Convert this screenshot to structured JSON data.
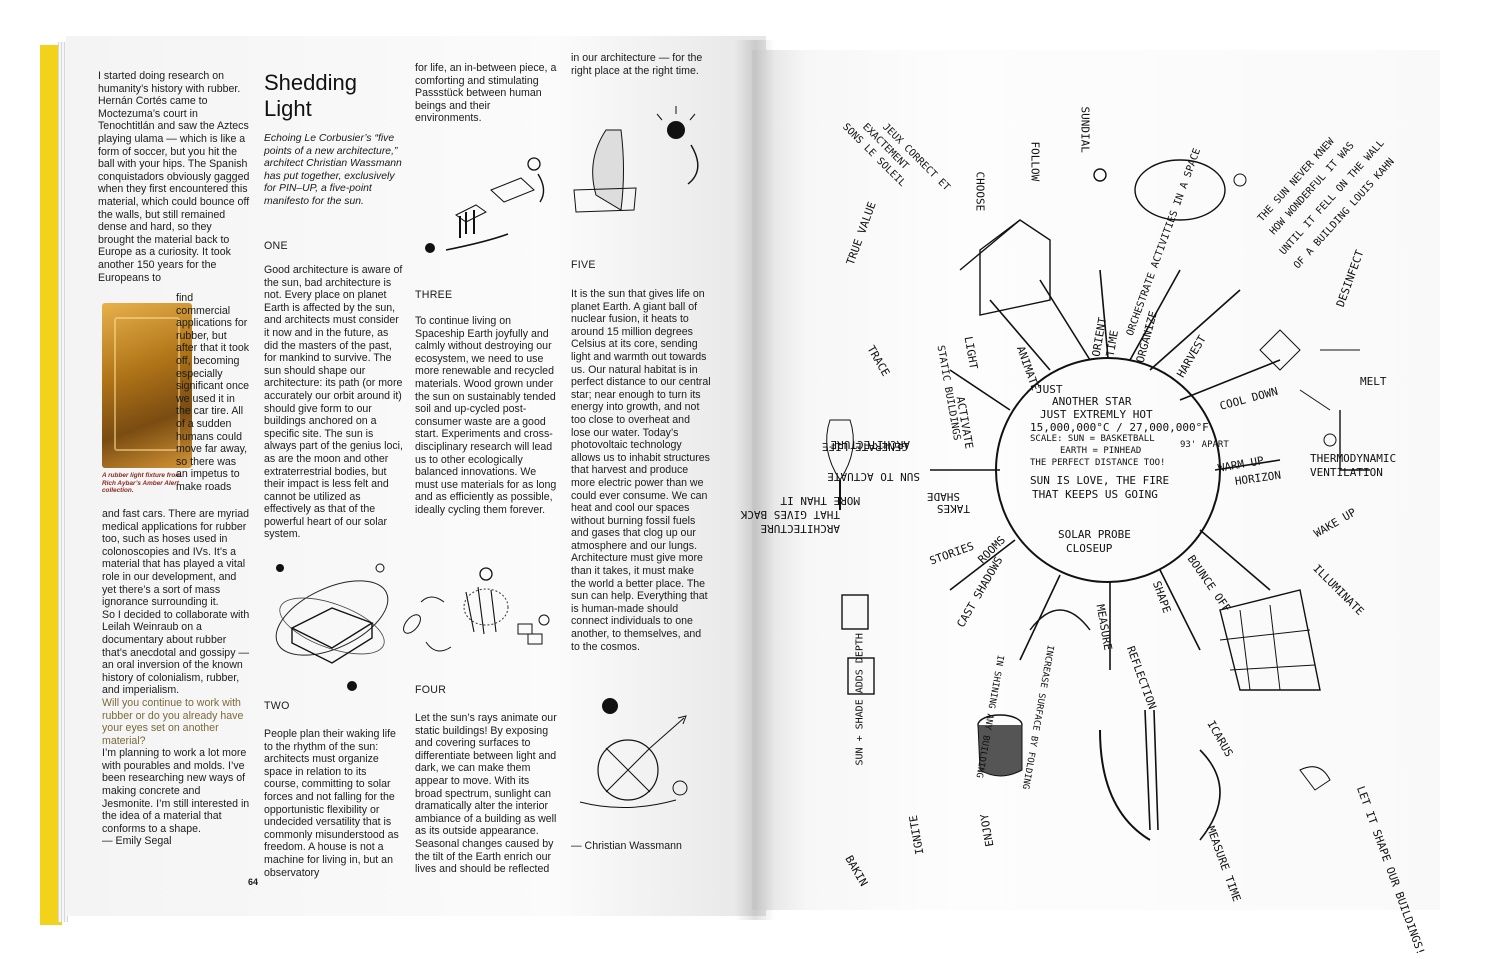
{
  "left_page": {
    "col1": [
      "I started doing research on humanity’s history with rubber. Hernán Cortés came to Moctezuma’s court in Tenochtitlán and saw the Aztecs playing ulama — which is like a form of soccer, but you hit the ball with your hips. The Spanish conquistadors obviously gagged when they first encountered this material, which could bounce off the walls, but still remained dense and hard, so they brought the material back to Europe as a curiosity. It took another 150 years for the Europeans to",
      "find commercial applications for rubber, but after that it took off, becoming especially significant once we used it in the car tire. All of a sudden humans could move far away, so there was an impetus to make roads",
      "and fast cars. There are myriad medical applications for rubber too, such as hoses used in colonoscopies and IVs. It’s a material that has played a vital role in our development, and yet there’s a sort of mass ignorance surrounding it.",
      "So I decided to collaborate with Leilah Weinraub on a documentary about rubber that’s anecdotal and gossipy — an oral inversion of the known history of colonialism, rubber, and imperialism.",
      "Will you continue to work with rubber or do you already have your eyes set on another material?",
      "I’m planning to work a lot more with pourables and molds. I’ve been researching new ways of making concrete and Jesmonite. I’m still interested in the idea of a material that conforms to a shape.",
      "— Emily Segal"
    ],
    "caption": "A rubber light fixture from Rich Aybar’s Amber Alert collection.",
    "page_number": "64"
  },
  "article": {
    "title_line1": "Shedding",
    "title_line2": "Light",
    "intro": "Echoing Le Corbusier’s “five points of a new architecture,” architect Christian Wassmann has put together, exclusively for PIN–UP, a five-point manifesto for the sun.",
    "one_heading": "ONE",
    "one_body": "Good architecture is aware of the sun, bad architecture is not. Every place on planet Earth is affected by the sun, and architects must consider it now and in the future, as did the masters of the past, for mankind to survive. The sun should shape our architecture: its path (or more accurately our orbit around it) should give form to our buildings anchored on a specific site. The sun is always part of the genius loci, as are the moon and other extraterrestrial bodies, but their impact is less felt and cannot be utilized as effectively as that of the powerful heart of our solar system.",
    "two_heading": "TWO",
    "two_body": "People plan their waking life to the rhythm of the sun: architects must organize space in relation to its course, committing to solar forces and not falling for the opportunistic flexibility or undecided versatility that is commonly misunderstood as freedom. A house is not a machine for living in, but an observatory",
    "col3_top": "for life, an in-between piece, a comforting and stimulating Passstück between human beings and their environments.",
    "three_heading": "THREE",
    "three_body": "To continue living on Spaceship Earth joyfully and calmly without destroying our ecosystem, we need to use more renewable and recycled materials. Wood grown under the sun on sustainably tended soil and up-cycled post-consumer waste are a good start. Experiments and cross-disciplinary research will lead us to other ecologically balanced innovations. We must use materials for as long and as efficiently as possible, ideally cycling them forever.",
    "four_heading": "FOUR",
    "four_body": "Let the sun’s rays animate our static buildings! By exposing and covering surfaces to differentiate between light and dark, we can make them appear to move. With its broad spectrum, sunlight can dramatically alter the interior ambiance of a building as well as its outside appearance. Seasonal changes caused by the tilt of the Earth enrich our lives and should be reflected",
    "col4_top": "in our architecture — for the right place at the right time.",
    "five_heading": "FIVE",
    "five_body": "It is the sun that gives life on planet Earth. A giant ball of nuclear fusion, it heats to around 15 million degrees Celsius at its core, sending light and warmth out towards us. Our natural habitat is in perfect distance to our central star; near enough to turn its energy into growth, and not too close to overheat and lose our water. Today’s photovoltaic technology allows us to inhabit structures that harvest and produce more electric power than we could ever consume. We can heat and cool our spaces without burning fossil fuels and gases that clog up our atmosphere and our lungs. Architecture must give more than it takes, it must make the world a better place. The sun can help. Everything that is human-made should connect individuals to one another, to themselves, and to the cosmos.",
    "signature": "— Christian Wassmann"
  },
  "drawing": {
    "center": [
      "JUST",
      "ANOTHER STAR",
      "JUST EXTREMLY HOT",
      "15,000,000°C / 27,000,000°F",
      "SCALE: SUN = BASKETBALL",
      "EARTH = PINHEAD",
      "93' APART",
      "THE PERFECT DISTANCE TOO!",
      "SUN IS LOVE, THE FIRE",
      "THAT KEEPS US GOING",
      "SOLAR PROBE",
      "CLOSEUP"
    ],
    "words": {
      "sundial": "SUNDIAL",
      "follow": "FOLLOW",
      "choose": "CHOOSE",
      "soleil": "SONS LE SOLEIL",
      "exactement": "EXACTEMENT",
      "jeux": "JEUX CORRECT ET",
      "true_value": "TRUE VALUE",
      "the_sun_never": "THE SUN NEVER KNEW",
      "how_wonderful": "HOW WONDERFUL IT WAS",
      "until_it_fell": "UNTIL IT FELL ON THE WALL",
      "of_a_building": "OF A BUILDING  LOUIS KAHN",
      "desinfect": "DESINFECT",
      "orchestrate": "ORCHESTRATE ACTIVITIES IN A SPACE",
      "orient": "ORIENT",
      "time": "TIME",
      "organize": "ORGANIZE",
      "harvest": "HARVEST",
      "animate": "ANIMATE",
      "light": "LIGHT",
      "static_buildings": "STATIC BUILDINGS",
      "trace": "TRACE",
      "actuate": "ACTIVATE",
      "melt": "MELT",
      "cool_down": "COOL DOWN",
      "generate_life": "GENERATE LIFE",
      "architecture": "ARCHITECTURE",
      "sun_to_actuate": "SUN TO ACTUATE",
      "shade": "SHADE",
      "takes": "TAKES",
      "warm_up": "WARM UP",
      "horizon": "HORIZON",
      "thermo": "THERMODYNAMIC",
      "ventilation": "VENTILATION",
      "more_than_it": "MORE THAN IT",
      "that_gives_back": "THAT GIVES BACK",
      "arch_gives": "ARCHITECTURE",
      "bounce_off": "BOUNCE OFF",
      "wake_up": "WAKE UP",
      "illuminate": "ILLUMINATE",
      "stories": "STORIES",
      "rooms": "ROOMS",
      "shape": "SHAPE",
      "measure": "MEASURE",
      "cast_shadows": "CAST SHADOWS",
      "reflection": "REFLECTION",
      "increase": "INCREASE SURFACE BY FOLDING",
      "sun_shining": "IN SHINING ANY BUILDING",
      "icarus": "ICARUS",
      "adds_depth": "SUN + SHADE ADDS DEPTH",
      "enjoy": "ENJOY",
      "ignite": "IGNITE",
      "measure_time": "MEASURE TIME",
      "let_it_shape": "LET IT SHAPE OUR BUILDINGS!",
      "bakin": "BAKIN"
    }
  }
}
